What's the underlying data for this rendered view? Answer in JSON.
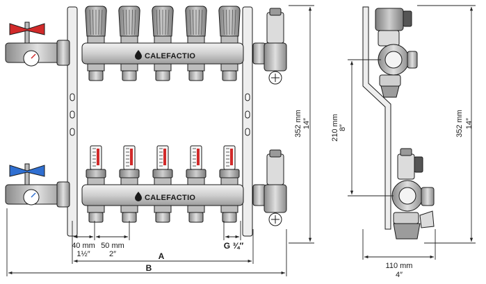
{
  "brand": {
    "top_manifold": "CALEFACTIO",
    "bottom_manifold": "CALEFACTIO"
  },
  "dimensions": {
    "end_offset": {
      "metric": "40 mm",
      "imperial": "1½″"
    },
    "outlet_spacing": {
      "metric": "50 mm",
      "imperial": "2″"
    },
    "thread": "G ¾″",
    "width_a": "A",
    "width_b": "B",
    "height_front": {
      "metric": "352 mm",
      "imperial": "14″"
    },
    "height_side": {
      "metric": "352 mm",
      "imperial": "14″"
    },
    "axis_distance": {
      "metric": "210 mm",
      "imperial": "8″"
    },
    "depth": {
      "metric": "110 mm",
      "imperial": "4″"
    }
  },
  "colors": {
    "line": "#1a1a1a",
    "cap_grey": "#a9a9a9",
    "manifold_bar": "#d6d6d6",
    "bracket": "#eeeeee",
    "handle_red": "#d12a2a"
  }
}
